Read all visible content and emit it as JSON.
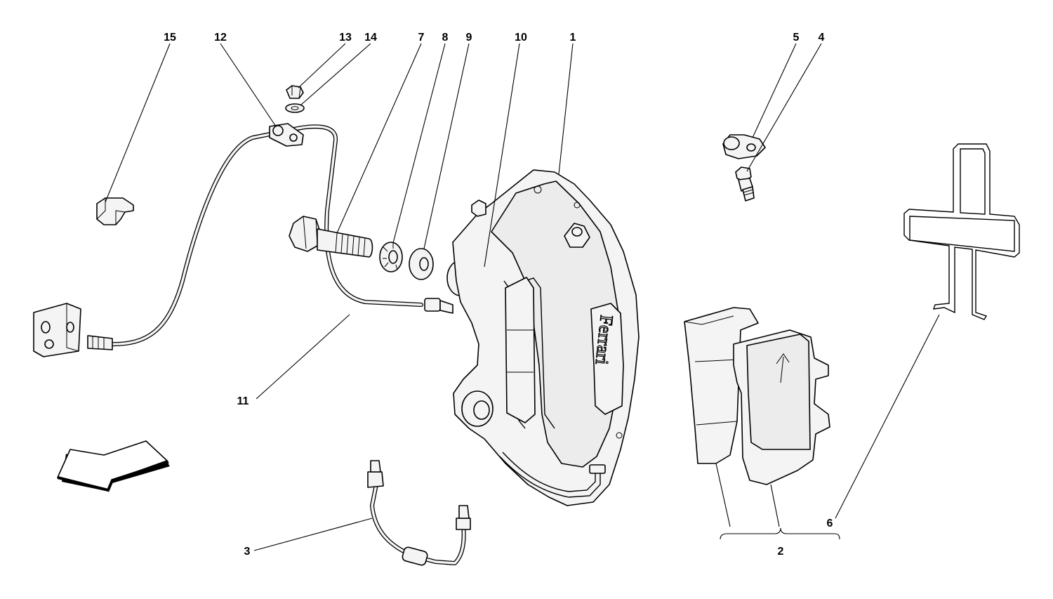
{
  "diagram": {
    "callouts": [
      "15",
      "12",
      "13",
      "14",
      "7",
      "8",
      "9",
      "10",
      "1",
      "5",
      "4",
      "11",
      "3",
      "2",
      "6"
    ],
    "caliper_brand": "Ferrari",
    "colors": {
      "ink": "#000000",
      "paper": "#ffffff",
      "fill": "#f4f4f4"
    },
    "icons": [
      "direction-arrow-icon"
    ]
  }
}
